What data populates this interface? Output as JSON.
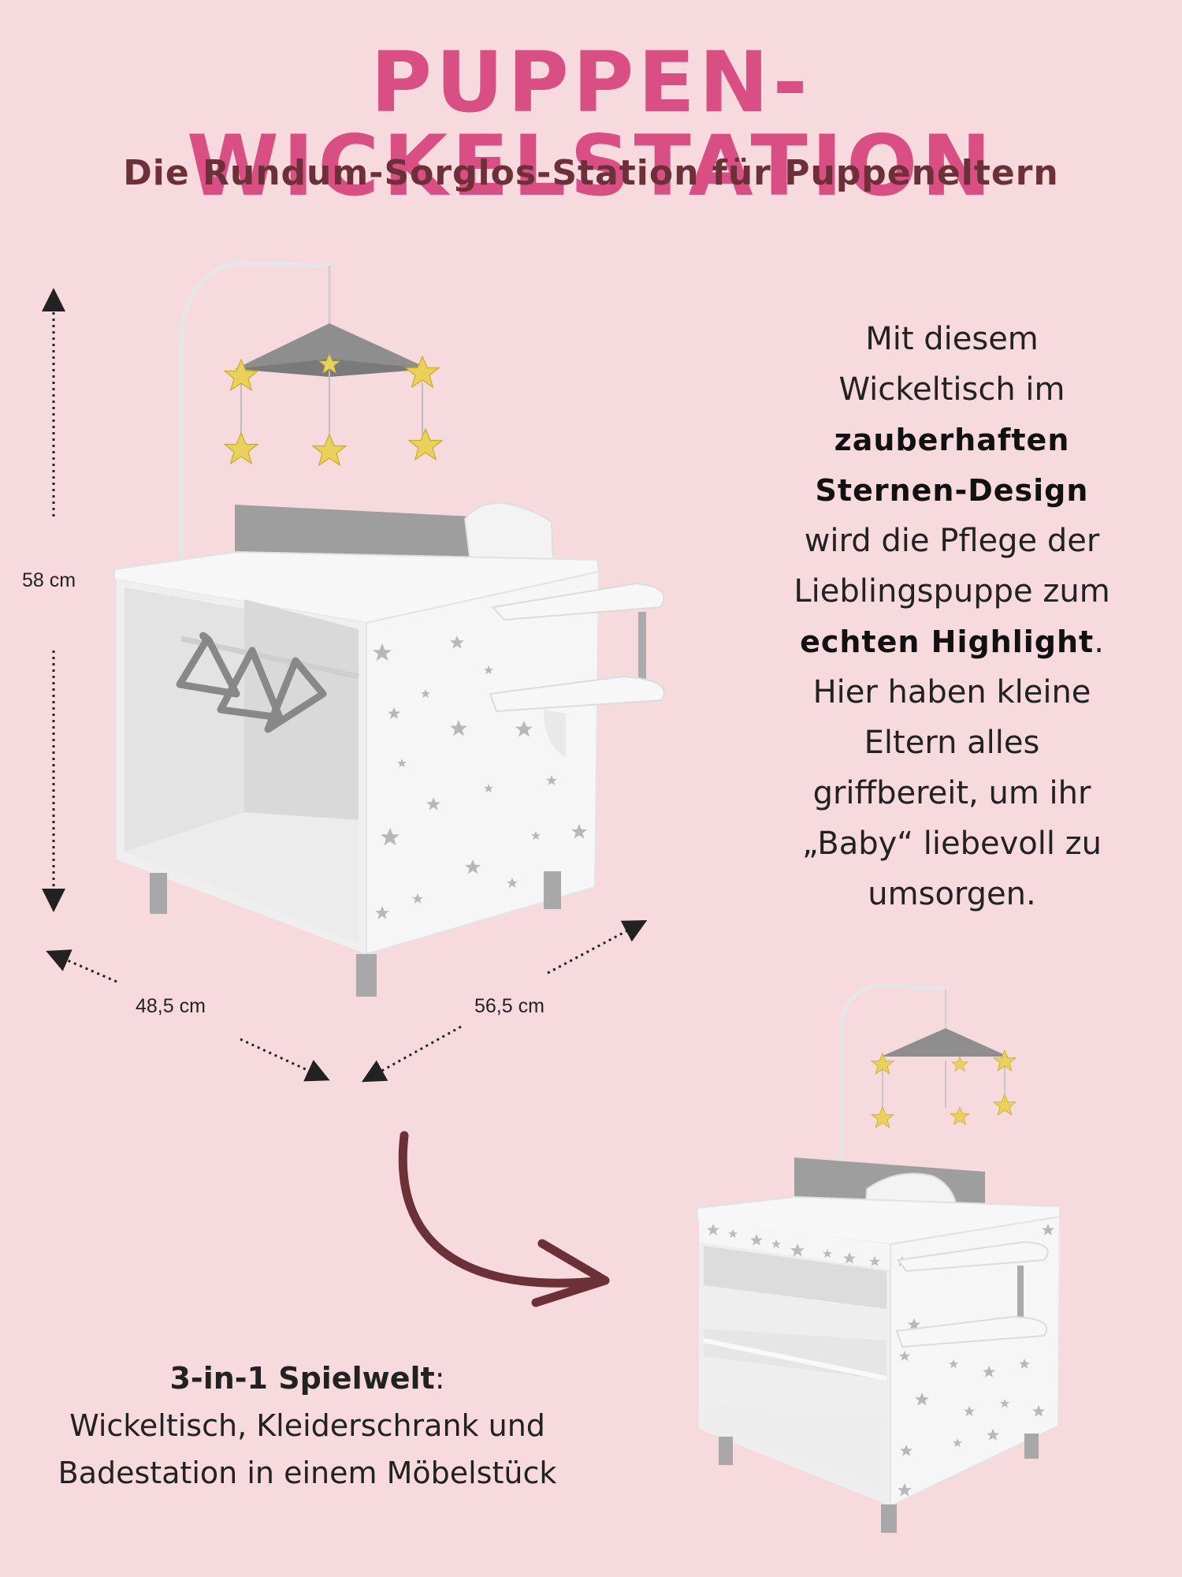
{
  "header": {
    "title": "PUPPEN-WICKELSTATION",
    "subtitle": "Die Rundum-Sorglos-Station für Puppeneltern"
  },
  "dimensions": {
    "height": "58 cm",
    "depth": "48,5 cm",
    "width": "56,5 cm"
  },
  "description": {
    "line1": "Mit diesem",
    "line2": "Wickeltisch im",
    "bold1": "zauberhaften",
    "bold2": "Sternen-Design",
    "line3": "wird die Pflege der",
    "line4": "Lieblingspuppe zum",
    "bold3": "echten Highlight",
    "bold3_after": ".",
    "line5": "Hier haben kleine",
    "line6": "Eltern alles",
    "line7": "griffbereit, um ihr",
    "line8": "„Baby“ liebevoll zu",
    "line9": "umsorgen."
  },
  "feature": {
    "heading": "3-in-1 Spielwelt",
    "heading_after": ":",
    "line1": "Wickeltisch, Kleiderschrank und",
    "line2": "Badestation  in einem Möbelstück"
  },
  "colors": {
    "background": "#f7dadd",
    "title": "#d94f84",
    "subtitle": "#6b3038",
    "arrow": "#6b3038",
    "star_yellow": "#e9d15a",
    "grey": "#9a9a9a",
    "white": "#f6f6f6"
  }
}
